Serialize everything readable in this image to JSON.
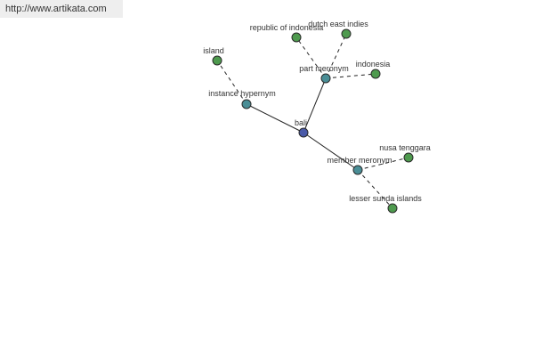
{
  "header": {
    "url": "http://www.artikata.com"
  },
  "colors": {
    "root": "#4a5aa8",
    "relation": "#4a8e96",
    "leaf": "#4e9a4e",
    "stroke": "#2a2a2a",
    "edge": "#222222"
  },
  "graph": {
    "nodes": [
      {
        "id": "bali",
        "label": "bali",
        "kind": "root"
      },
      {
        "id": "instance-hypernym",
        "label": "instance hypernym",
        "kind": "relation"
      },
      {
        "id": "part-meronym",
        "label": "part meronym",
        "kind": "relation"
      },
      {
        "id": "member-meronym",
        "label": "member meronym",
        "kind": "relation"
      },
      {
        "id": "island",
        "label": "island",
        "kind": "leaf"
      },
      {
        "id": "republic-of-indonesia",
        "label": "republic of indonesia",
        "kind": "leaf"
      },
      {
        "id": "dutch-east-indies",
        "label": "dutch east indies",
        "kind": "leaf"
      },
      {
        "id": "indonesia",
        "label": "indonesia",
        "kind": "leaf"
      },
      {
        "id": "nusa-tenggara",
        "label": "nusa tenggara",
        "kind": "leaf"
      },
      {
        "id": "lesser-sunda-islands",
        "label": "lesser sunda islands",
        "kind": "leaf"
      }
    ],
    "edges": [
      {
        "from": "bali",
        "to": "instance-hypernym",
        "style": "solid"
      },
      {
        "from": "bali",
        "to": "part-meronym",
        "style": "solid"
      },
      {
        "from": "bali",
        "to": "member-meronym",
        "style": "solid"
      },
      {
        "from": "instance-hypernym",
        "to": "island",
        "style": "dashed"
      },
      {
        "from": "part-meronym",
        "to": "republic-of-indonesia",
        "style": "dashed"
      },
      {
        "from": "part-meronym",
        "to": "dutch-east-indies",
        "style": "dashed"
      },
      {
        "from": "part-meronym",
        "to": "indonesia",
        "style": "dashed"
      },
      {
        "from": "member-meronym",
        "to": "nusa-tenggara",
        "style": "dashed"
      },
      {
        "from": "member-meronym",
        "to": "lesser-sunda-islands",
        "style": "dashed"
      }
    ]
  }
}
